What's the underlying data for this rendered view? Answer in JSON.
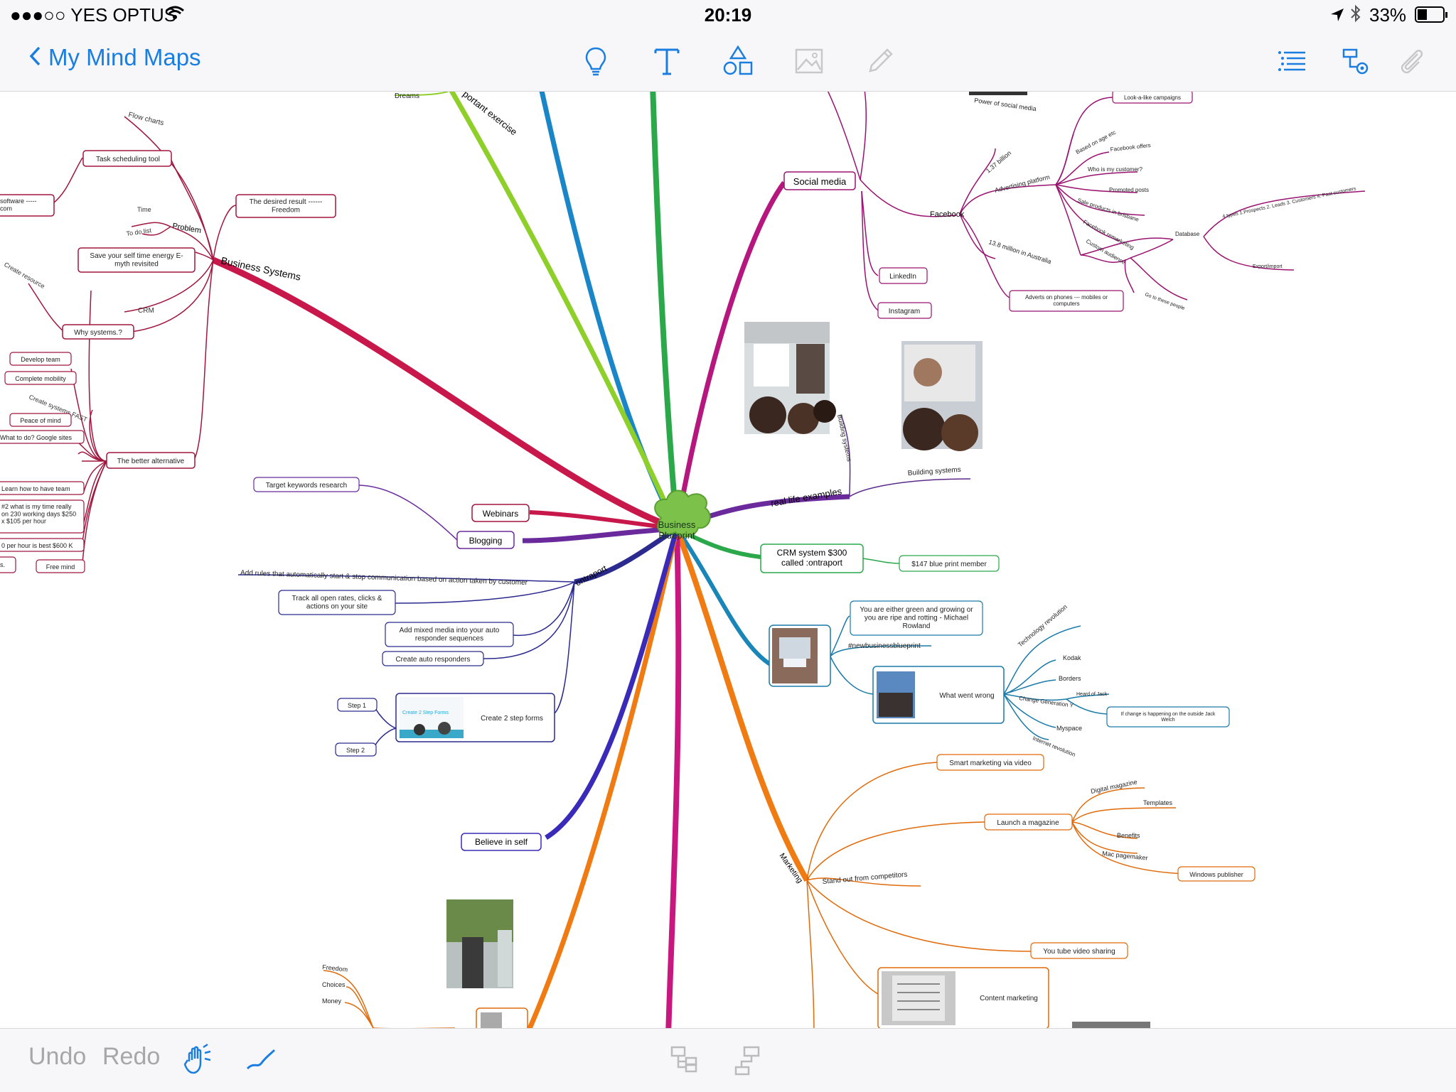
{
  "status_bar": {
    "carrier": "●●●○○ YES OPTUS",
    "time": "20:19",
    "battery": "33%"
  },
  "nav": {
    "back_label": "My Mind Maps"
  },
  "toolbar": {
    "icons": [
      "lightbulb-icon",
      "text-icon",
      "shapes-icon",
      "image-icon",
      "pencil-icon",
      "outline-list-icon",
      "map-settings-icon",
      "attachment-icon"
    ]
  },
  "bottom": {
    "undo": "Undo",
    "redo": "Redo"
  },
  "mindmap": {
    "center": "Business\nBlueprint",
    "branches": {
      "business_systems": "Business Systems",
      "important_exercise": "portant exercise",
      "dreams": "Dreams",
      "social_media": "Social media",
      "real_life": "real life examples",
      "crm": "CRM system $300\ncalled :ontraport",
      "webinars": "Webinars",
      "blogging": "Blogging",
      "ontraport": "ontraport",
      "believe": "Believe in self",
      "marketing": "Marketing"
    },
    "bs": {
      "flow_charts": "Flow charts",
      "task_tool": "Task scheduling tool",
      "software": "software -----\ncom",
      "desired": "The desired result ------\nFreedom",
      "time": "Time",
      "problem": "Problem",
      "todo": "To do list",
      "save_time": "Save your self time energy E-\nmyth revisited",
      "create_resource": "Create resource",
      "crm": "CRM",
      "why": "Why systems.?",
      "develop_team": "Develop team",
      "complete_mobility": "Complete mobility",
      "create_fast": "Create systems FAST",
      "peace": "Peace of mind",
      "what_to_do": "What to do? Google sites",
      "better_alt": "The better alternative",
      "learn_team": "Learn how to have team",
      "time_really": "#2 what is my time really\non 230 working days $250\nx $105 per hour",
      "per_hour": "0 per hour is best $600 K",
      "s": "s.",
      "free_mind": "Free mind"
    },
    "sm": {
      "power": "Power of social media",
      "look_alike": "Look-a-like campaigns",
      "billion": "1.37 billion",
      "ad_platform": "Advertising platform",
      "based_age": "Based on age etc",
      "fb_offers": "Facebook offers",
      "who_customer": "Who is my customer?",
      "promoted": "Promoted posts",
      "sale_brisbane": "Sale products in brisbane",
      "fb_remarketing": "Facebook remarketing",
      "custom_aud": "Custom audience",
      "facebook": "Facebook",
      "database": "Database",
      "types": "4 types 1.Prospects 2. Leads 3. Customers 4. Past customers",
      "export": "Export/import",
      "real_people": "Go to these people",
      "million": "13.8 million in Australia",
      "adverts": "Adverts on phones --- mobiles or\ncomputers",
      "linkedin": "LinkedIn",
      "instagram": "Instagram"
    },
    "rle": {
      "building_systems_v": "Building systems",
      "building_systems": "Building systems"
    },
    "crm": {
      "member": "$147 blue print member"
    },
    "growing": {
      "quote": "You are either green and growing or\nyou are ripe and rotting - Michael\nRowland",
      "hashtag": "#newbusinessblueprint",
      "went_wrong": "What went wrong",
      "tech_rev": "Technology revolution",
      "kodak": "Kodak",
      "borders": "Borders",
      "gen_y": "Change Generation Y",
      "jack_welch": "Heard of Jack",
      "change_outside": "If change is happening on the outside Jack\nWelch",
      "myspace": "Myspace",
      "internet_rev": "Internet revolution"
    },
    "marketing": {
      "smart_video": "Smart marketing via video",
      "magazine": "Launch a magazine",
      "digital_mag": "Digital magazine",
      "templates": "Templates",
      "benefits": "Benefits",
      "mac": "Mac pagemaker",
      "windows": "Windows publisher",
      "stand_out": "Stand out from competitors",
      "youtube": "You tube video sharing",
      "content": "Content marketing"
    },
    "ont": {
      "rules": "Add rules that automatically start & stop communication based on action taken by customer",
      "track": "Track all open rates, clicks &\nactions on your site",
      "mixed": "Add mixed media into your auto\nresponder sequences",
      "create_auto": "Create auto responders",
      "step1": "Step 1",
      "step2": "Step 2",
      "two_step": "Create 2 step forms",
      "thumb_title": "Create 2 Step Forms"
    },
    "blog": {
      "keywords": "Target keywords research"
    },
    "lower": {
      "freedom": "Freedom",
      "choices": "Choices",
      "money": "Money"
    }
  },
  "colors": {
    "accent": "#1a7ee0",
    "business_systems": "#c8174a",
    "social_media": "#b5177f",
    "marketing": "#f07b12",
    "ontraport": "#2a2a8f",
    "crm": "#2aa84a",
    "growing": "#1a86b8",
    "blogging": "#6a2a9c",
    "center": "#7cc24a"
  }
}
